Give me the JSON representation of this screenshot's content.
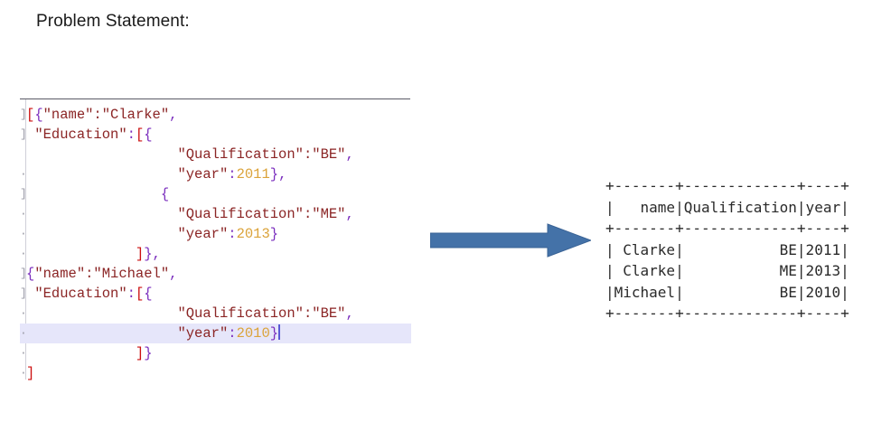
{
  "title": "Problem Statement:",
  "code_panel": {
    "language": "json",
    "caret_visible": true,
    "current_line_index": 11,
    "lines": [
      {
        "fold": "]",
        "segments": [
          {
            "t": "[",
            "c": "brk"
          },
          {
            "t": "{",
            "c": "punct"
          },
          {
            "t": "\"name\":\"Clarke\"",
            "c": "str"
          },
          {
            "t": ",",
            "c": "punct"
          }
        ]
      },
      {
        "fold": "]",
        "segments": [
          {
            "t": " ",
            "c": "plain"
          },
          {
            "t": "\"Education\"",
            "c": "str"
          },
          {
            "t": ":",
            "c": "punct"
          },
          {
            "t": "[",
            "c": "brk"
          },
          {
            "t": "{",
            "c": "punct"
          }
        ]
      },
      {
        "fold": "",
        "segments": [
          {
            "t": "                  ",
            "c": "plain"
          },
          {
            "t": "\"Qualification\":\"BE\"",
            "c": "str"
          },
          {
            "t": ",",
            "c": "punct"
          }
        ]
      },
      {
        "fold": "·",
        "segments": [
          {
            "t": "                  ",
            "c": "plain"
          },
          {
            "t": "\"year\"",
            "c": "str"
          },
          {
            "t": ":",
            "c": "punct"
          },
          {
            "t": "2011",
            "c": "num"
          },
          {
            "t": "},",
            "c": "punct"
          }
        ]
      },
      {
        "fold": "]",
        "segments": [
          {
            "t": "                ",
            "c": "plain"
          },
          {
            "t": "{",
            "c": "punct"
          }
        ]
      },
      {
        "fold": "·",
        "segments": [
          {
            "t": "                  ",
            "c": "plain"
          },
          {
            "t": "\"Qualification\":\"ME\"",
            "c": "str"
          },
          {
            "t": ",",
            "c": "punct"
          }
        ]
      },
      {
        "fold": "·",
        "segments": [
          {
            "t": "                  ",
            "c": "plain"
          },
          {
            "t": "\"year\"",
            "c": "str"
          },
          {
            "t": ":",
            "c": "punct"
          },
          {
            "t": "2013",
            "c": "num"
          },
          {
            "t": "}",
            "c": "punct"
          }
        ]
      },
      {
        "fold": "·",
        "segments": [
          {
            "t": "             ",
            "c": "plain"
          },
          {
            "t": "]",
            "c": "brk"
          },
          {
            "t": "},",
            "c": "punct"
          }
        ]
      },
      {
        "fold": "]",
        "segments": [
          {
            "t": "{",
            "c": "punct"
          },
          {
            "t": "\"name\":\"Michael\"",
            "c": "str"
          },
          {
            "t": ",",
            "c": "punct"
          }
        ]
      },
      {
        "fold": "]",
        "segments": [
          {
            "t": " ",
            "c": "plain"
          },
          {
            "t": "\"Education\"",
            "c": "str"
          },
          {
            "t": ":",
            "c": "punct"
          },
          {
            "t": "[",
            "c": "brk"
          },
          {
            "t": "{",
            "c": "punct"
          }
        ]
      },
      {
        "fold": "·",
        "segments": [
          {
            "t": "                  ",
            "c": "plain"
          },
          {
            "t": "\"Qualification\":\"BE\"",
            "c": "str"
          },
          {
            "t": ",",
            "c": "punct"
          }
        ]
      },
      {
        "fold": "·",
        "segments": [
          {
            "t": "                  ",
            "c": "plain"
          },
          {
            "t": "\"year\"",
            "c": "str"
          },
          {
            "t": ":",
            "c": "punct"
          },
          {
            "t": "2010",
            "c": "num"
          },
          {
            "t": "}",
            "c": "punct"
          }
        ]
      },
      {
        "fold": "·",
        "segments": [
          {
            "t": "             ",
            "c": "plain"
          },
          {
            "t": "]",
            "c": "brk"
          },
          {
            "t": "}",
            "c": "punct"
          }
        ]
      },
      {
        "fold": "·",
        "segments": [
          {
            "t": "]",
            "c": "brk"
          }
        ]
      }
    ]
  },
  "arrow": {
    "icon": "right-arrow-icon",
    "color": "#4472a8",
    "direction": "right"
  },
  "output_table": {
    "columns": [
      "name",
      "Qualification",
      "year"
    ],
    "rows": [
      [
        "Clarke",
        "BE",
        "2011"
      ],
      [
        "Clarke",
        "ME",
        "2013"
      ],
      [
        "Michael",
        "BE",
        "2010"
      ]
    ],
    "widths": [
      7,
      13,
      4
    ],
    "align": [
      "right",
      "right",
      "right"
    ],
    "ascii_lines": [
      "+-------+-------------+----+",
      "|   name|Qualification|year|",
      "+-------+-------------+----+",
      "| Clarke|           BE|2011|",
      "| Clarke|           ME|2013|",
      "|Michael|           BE|2010|",
      "+-------+-------------+----+"
    ]
  },
  "colors": {
    "string": "#8b2525",
    "punct": "#7b2fbe",
    "bracket": "#cc1111",
    "number": "#dba33a",
    "current_line_bg": "#e6e6fa",
    "arrow": "#4472a8"
  }
}
